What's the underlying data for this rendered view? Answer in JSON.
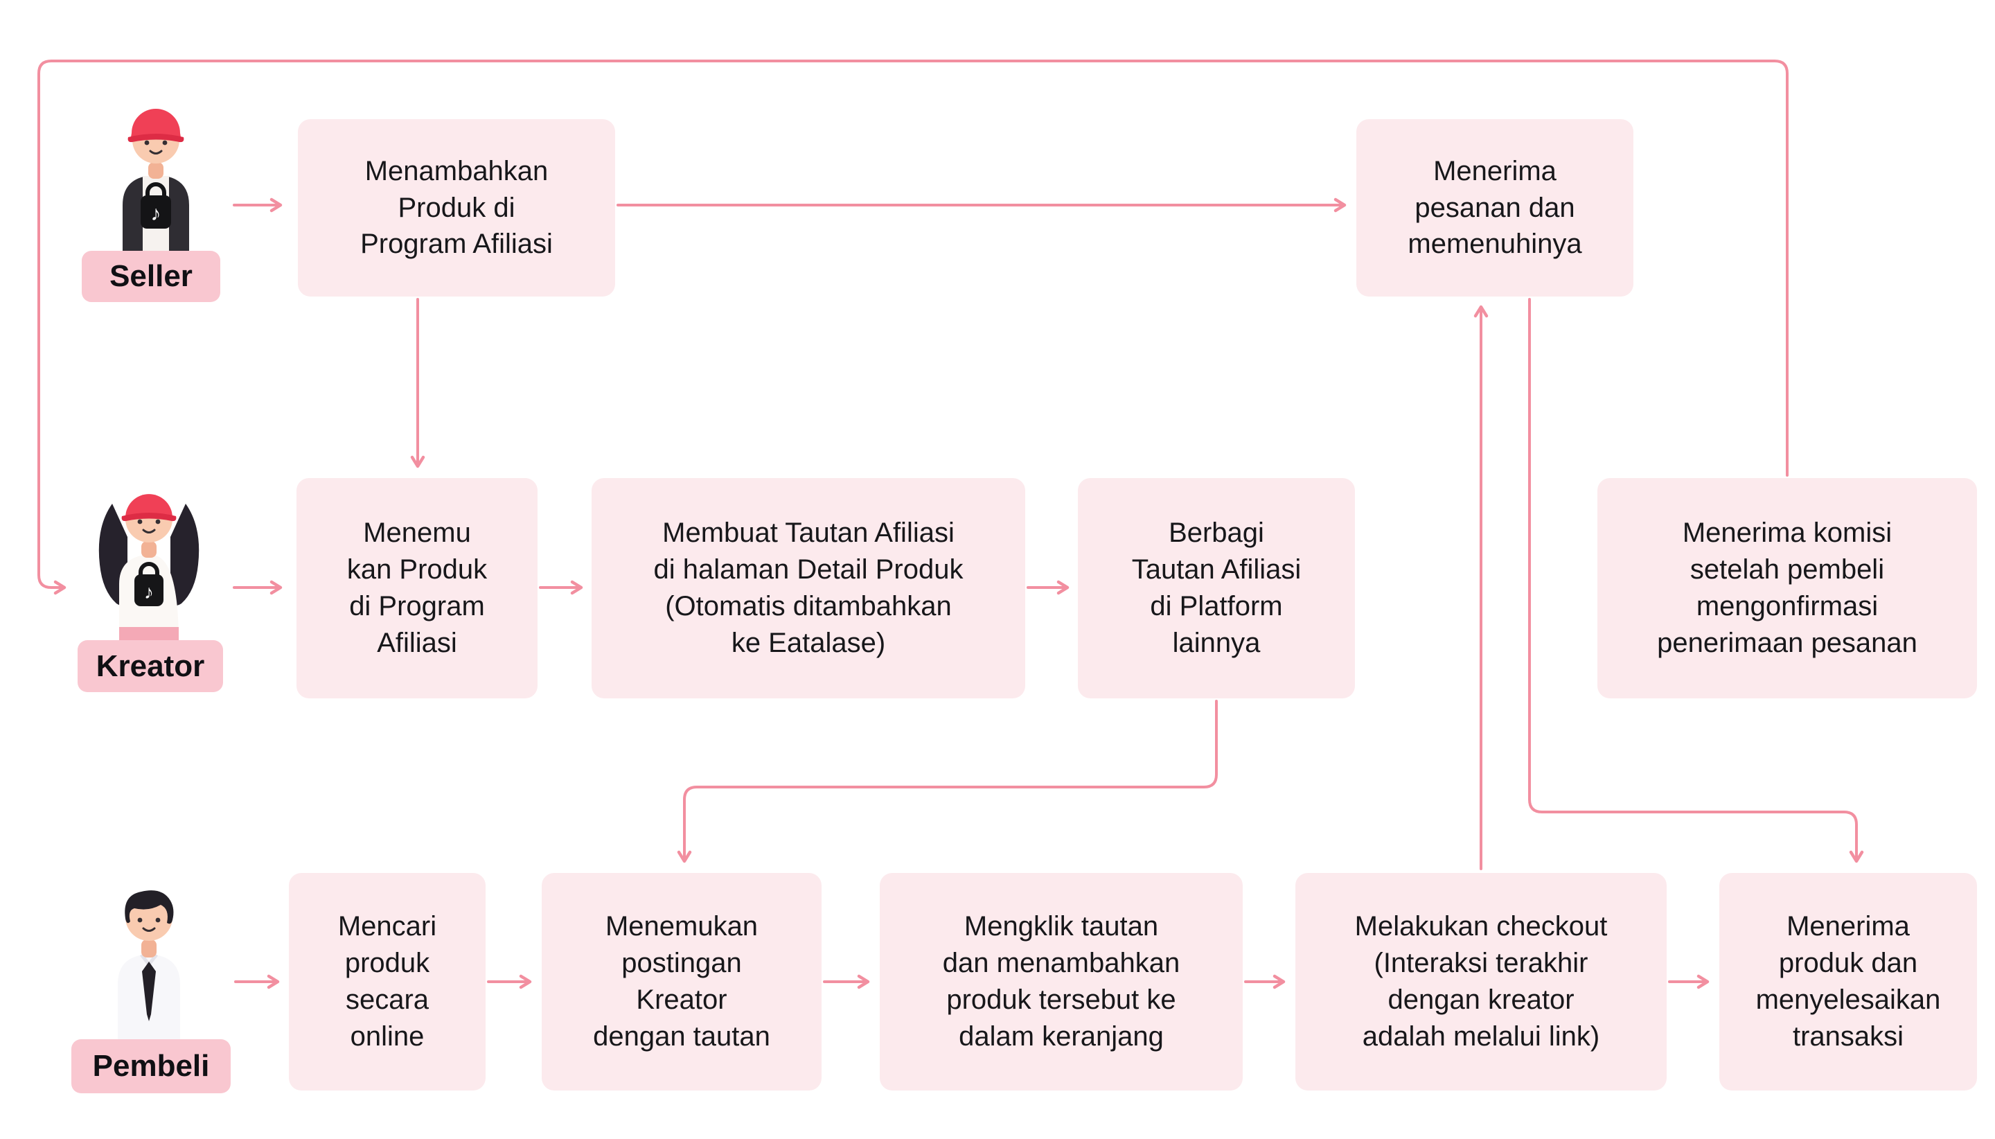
{
  "diagram": {
    "background": "#ffffff",
    "arrow_color": "#F28FA0",
    "node_fill": "#FCEAED",
    "pill_fill": "#F9C7D0",
    "text_color": "#17171A"
  },
  "lanes": {
    "seller": {
      "label": "Seller",
      "avatar_icon": "seller-avatar"
    },
    "kreator": {
      "label": "Kreator",
      "avatar_icon": "kreator-avatar"
    },
    "pembeli": {
      "label": "Pembeli",
      "avatar_icon": "pembeli-avatar"
    }
  },
  "nodes": {
    "seller_add": {
      "text": "Menambahkan\nProduk di\nProgram Afiliasi"
    },
    "seller_fulfill": {
      "text": "Menerima\npesanan dan\nmemenuhinya"
    },
    "kreator_find": {
      "text": "Menemu\nkan Produk\ndi Program\nAfiliasi"
    },
    "kreator_link": {
      "text": "Membuat Tautan Afiliasi\ndi halaman Detail Produk\n(Otomatis ditambahkan\nke Eatalase)"
    },
    "kreator_share": {
      "text": "Berbagi\nTautan Afiliasi\ndi Platform\nlainnya"
    },
    "kreator_commission": {
      "text": "Menerima komisi\nsetelah pembeli\nmengonfirmasi\npenerimaan pesanan"
    },
    "pembeli_search": {
      "text": "Mencari\nproduk\nsecara\nonline"
    },
    "pembeli_findpost": {
      "text": "Menemukan\npostingan\nKreator\ndengan tautan"
    },
    "pembeli_click": {
      "text": "Mengklik tautan\ndan menambahkan\nproduk tersebut ke\ndalam keranjang"
    },
    "pembeli_checkout": {
      "text": "Melakukan checkout\n(Interaksi terakhir\ndengan kreator\nadalah melalui link)"
    },
    "pembeli_receive": {
      "text": "Menerima\nproduk dan\nmenyelesaikan\ntransaksi"
    }
  },
  "edges": [
    {
      "from": "seller-avatar",
      "to": "seller_add"
    },
    {
      "from": "seller_add",
      "to": "seller_fulfill"
    },
    {
      "from": "seller_add",
      "to": "kreator_find"
    },
    {
      "from": "kreator-avatar",
      "to": "kreator_find"
    },
    {
      "from": "kreator_find",
      "to": "kreator_link"
    },
    {
      "from": "kreator_link",
      "to": "kreator_share"
    },
    {
      "from": "kreator_share",
      "to": "pembeli_findpost"
    },
    {
      "from": "pembeli-avatar",
      "to": "pembeli_search"
    },
    {
      "from": "pembeli_search",
      "to": "pembeli_findpost"
    },
    {
      "from": "pembeli_findpost",
      "to": "pembeli_click"
    },
    {
      "from": "pembeli_click",
      "to": "pembeli_checkout"
    },
    {
      "from": "pembeli_checkout",
      "to": "pembeli_receive"
    },
    {
      "from": "pembeli_checkout",
      "to": "seller_fulfill"
    },
    {
      "from": "seller_fulfill",
      "to": "pembeli_receive"
    },
    {
      "from": "kreator_commission",
      "to": "kreator-avatar"
    }
  ]
}
